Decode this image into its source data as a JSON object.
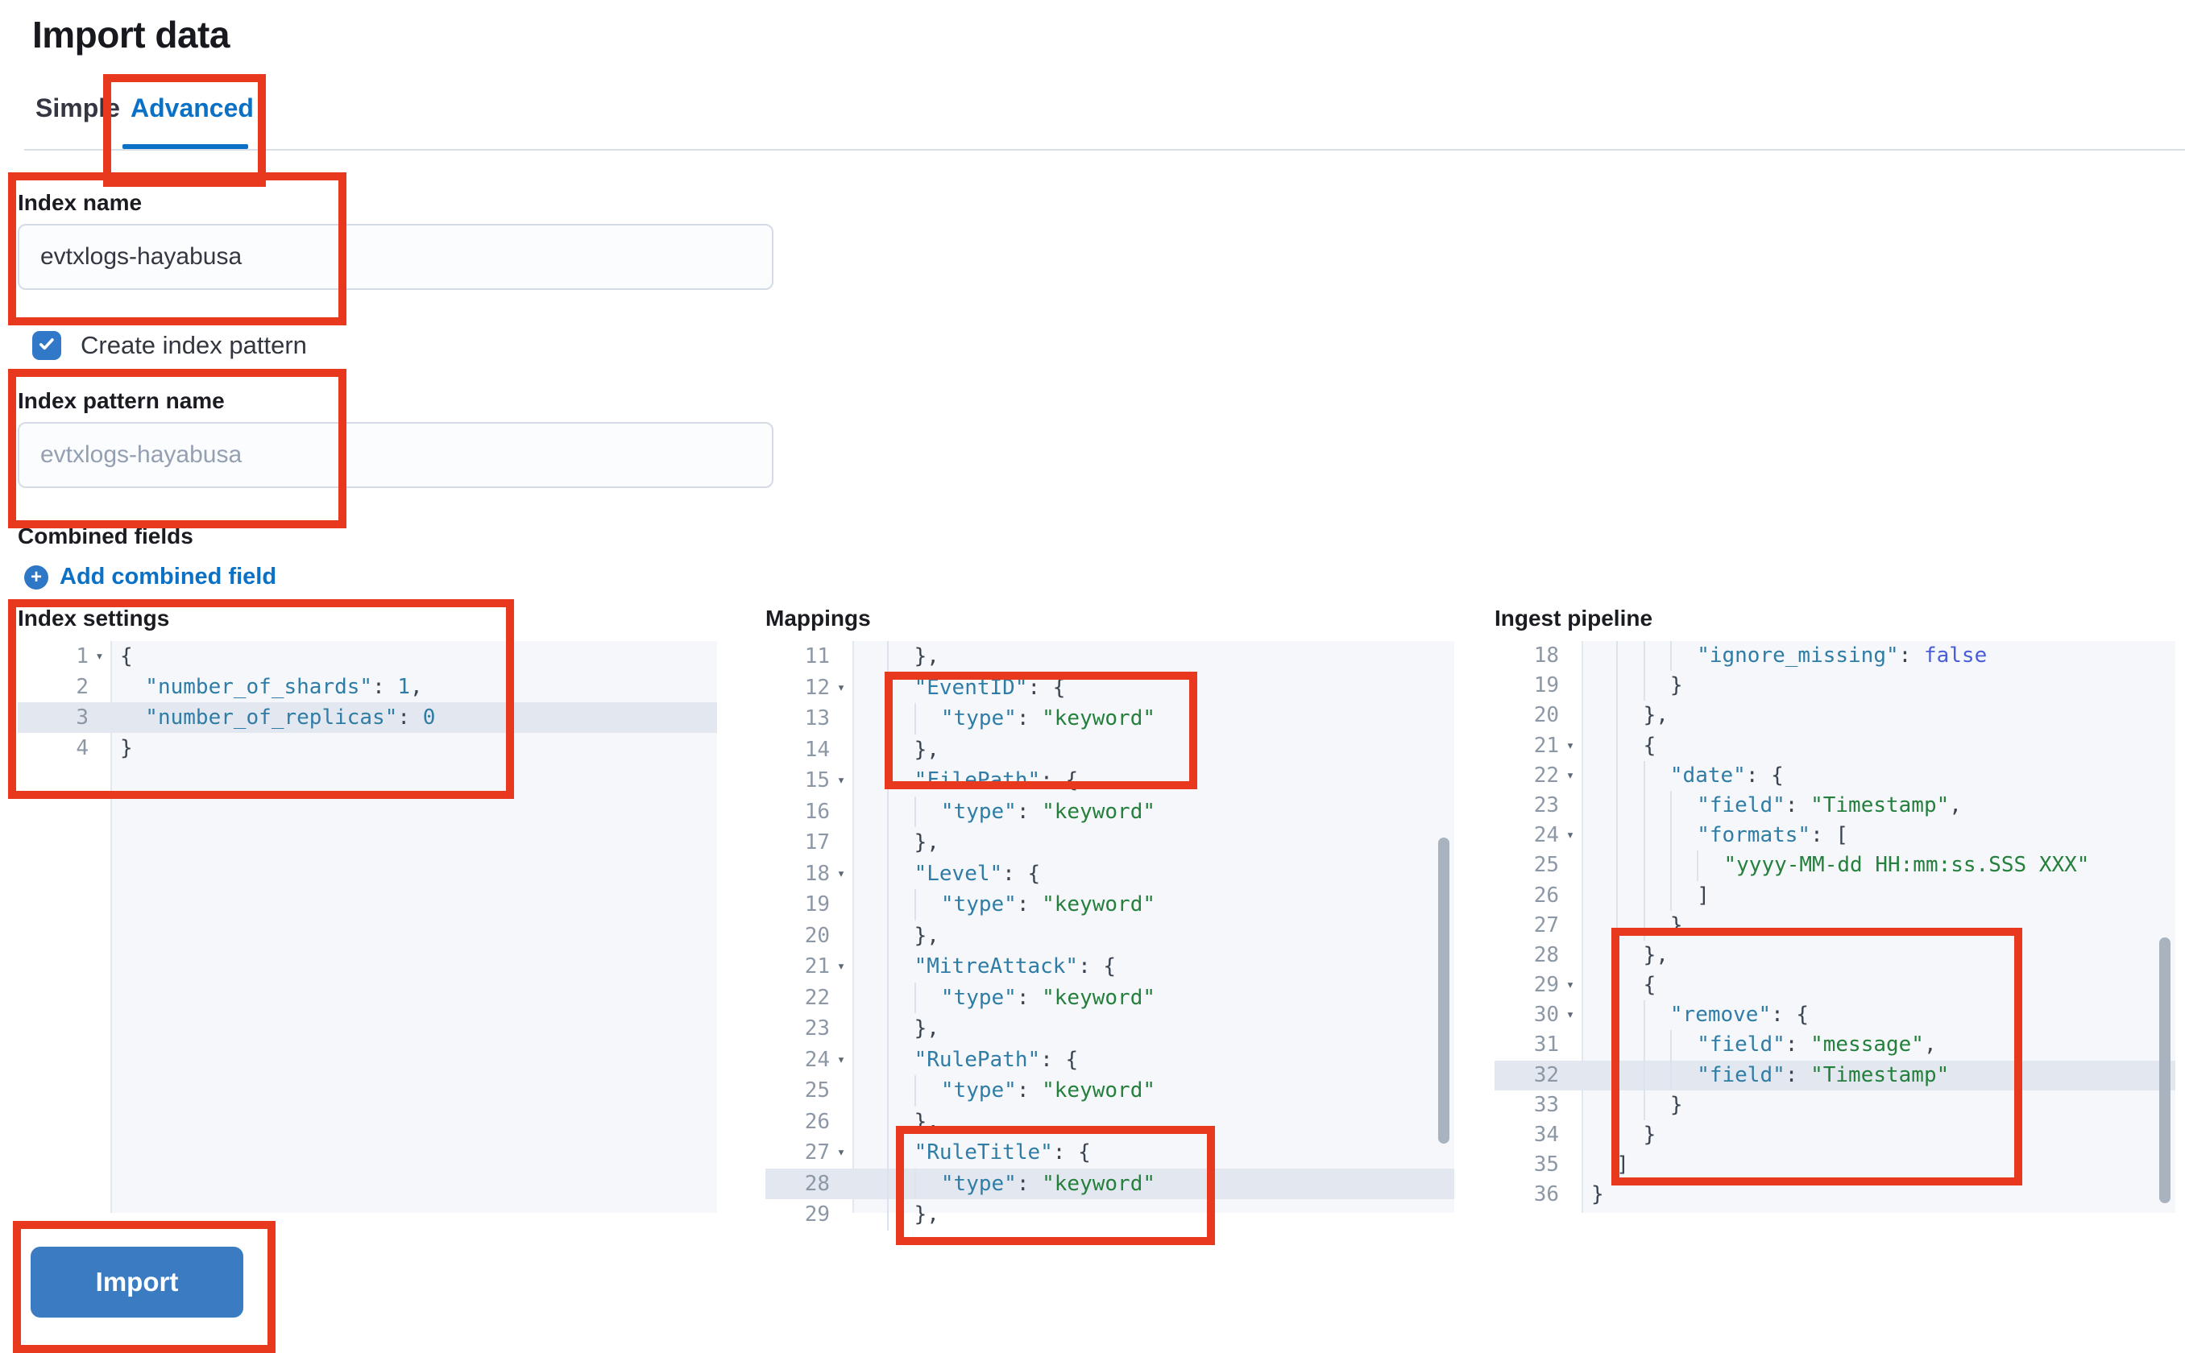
{
  "page": {
    "title": "Import data"
  },
  "tabs": [
    {
      "label": "Simple",
      "active": false
    },
    {
      "label": "Advanced",
      "active": true
    }
  ],
  "form": {
    "index_name": {
      "label": "Index name",
      "value": "evtxlogs-hayabusa"
    },
    "create_index_pattern": {
      "label": "Create index pattern",
      "checked": true
    },
    "index_pattern_name": {
      "label": "Index pattern name",
      "placeholder": "evtxlogs-hayabusa"
    },
    "combined_fields": {
      "label": "Combined fields",
      "add_link_label": "Add combined field"
    }
  },
  "import_button": {
    "label": "Import"
  },
  "colors": {
    "accent_blue": "#0b71c6",
    "button_blue": "#3a7bc2",
    "checkbox_blue": "#3178c9",
    "annotation_red": "#e8391f",
    "editor_background": "#f5f7fa",
    "active_line_highlight": "#e3e8f0",
    "code_key": "#2f7da6",
    "code_string": "#24803c",
    "code_boolean": "#4a5dd8"
  },
  "icons": [
    "checkmark-icon",
    "plus-in-circle-icon",
    "fold-arrow-icon"
  ],
  "editors": [
    {
      "title": "Index settings",
      "lines": [
        {
          "n": 1,
          "fold": true,
          "ind": 0,
          "t": [
            [
              "p",
              "{"
            ]
          ]
        },
        {
          "n": 2,
          "ind": 2,
          "t": [
            [
              "k",
              "\"number_of_shards\""
            ],
            [
              "p",
              ": "
            ],
            [
              "n",
              "1"
            ],
            [
              "p",
              ","
            ]
          ]
        },
        {
          "n": 3,
          "ind": 2,
          "hl": true,
          "t": [
            [
              "k",
              "\"number_of_replicas\""
            ],
            [
              "p",
              ": "
            ],
            [
              "n",
              "0"
            ]
          ]
        },
        {
          "n": 4,
          "ind": 0,
          "t": [
            [
              "p",
              "}"
            ]
          ]
        }
      ]
    },
    {
      "title": "Mappings",
      "lines": [
        {
          "n": 11,
          "ind": 4,
          "t": [
            [
              "p",
              "},"
            ]
          ]
        },
        {
          "n": 12,
          "fold": true,
          "ind": 4,
          "t": [
            [
              "k",
              "\"EventID\""
            ],
            [
              "p",
              ": {"
            ]
          ]
        },
        {
          "n": 13,
          "ind": 6,
          "t": [
            [
              "k",
              "\"type\""
            ],
            [
              "p",
              ": "
            ],
            [
              "s",
              "\"keyword\""
            ]
          ]
        },
        {
          "n": 14,
          "ind": 4,
          "t": [
            [
              "p",
              "},"
            ]
          ]
        },
        {
          "n": 15,
          "fold": true,
          "ind": 4,
          "t": [
            [
              "k",
              "\"FilePath\""
            ],
            [
              "p",
              ": {"
            ]
          ]
        },
        {
          "n": 16,
          "ind": 6,
          "t": [
            [
              "k",
              "\"type\""
            ],
            [
              "p",
              ": "
            ],
            [
              "s",
              "\"keyword\""
            ]
          ]
        },
        {
          "n": 17,
          "ind": 4,
          "t": [
            [
              "p",
              "},"
            ]
          ]
        },
        {
          "n": 18,
          "fold": true,
          "ind": 4,
          "t": [
            [
              "k",
              "\"Level\""
            ],
            [
              "p",
              ": {"
            ]
          ]
        },
        {
          "n": 19,
          "ind": 6,
          "t": [
            [
              "k",
              "\"type\""
            ],
            [
              "p",
              ": "
            ],
            [
              "s",
              "\"keyword\""
            ]
          ]
        },
        {
          "n": 20,
          "ind": 4,
          "t": [
            [
              "p",
              "},"
            ]
          ]
        },
        {
          "n": 21,
          "fold": true,
          "ind": 4,
          "t": [
            [
              "k",
              "\"MitreAttack\""
            ],
            [
              "p",
              ": {"
            ]
          ]
        },
        {
          "n": 22,
          "ind": 6,
          "t": [
            [
              "k",
              "\"type\""
            ],
            [
              "p",
              ": "
            ],
            [
              "s",
              "\"keyword\""
            ]
          ]
        },
        {
          "n": 23,
          "ind": 4,
          "t": [
            [
              "p",
              "},"
            ]
          ]
        },
        {
          "n": 24,
          "fold": true,
          "ind": 4,
          "t": [
            [
              "k",
              "\"RulePath\""
            ],
            [
              "p",
              ": {"
            ]
          ]
        },
        {
          "n": 25,
          "ind": 6,
          "t": [
            [
              "k",
              "\"type\""
            ],
            [
              "p",
              ": "
            ],
            [
              "s",
              "\"keyword\""
            ]
          ]
        },
        {
          "n": 26,
          "ind": 4,
          "t": [
            [
              "p",
              "},"
            ]
          ]
        },
        {
          "n": 27,
          "fold": true,
          "ind": 4,
          "t": [
            [
              "k",
              "\"RuleTitle\""
            ],
            [
              "p",
              ": {"
            ]
          ]
        },
        {
          "n": 28,
          "ind": 6,
          "hl": true,
          "t": [
            [
              "k",
              "\"type\""
            ],
            [
              "p",
              ": "
            ],
            [
              "s",
              "\"keyword\""
            ]
          ]
        },
        {
          "n": 29,
          "ind": 4,
          "t": [
            [
              "p",
              "},"
            ]
          ]
        }
      ]
    },
    {
      "title": "Ingest pipeline",
      "lines": [
        {
          "n": 18,
          "ind": 8,
          "t": [
            [
              "k",
              "\"ignore_missing\""
            ],
            [
              "p",
              ": "
            ],
            [
              "b",
              "false"
            ]
          ]
        },
        {
          "n": 19,
          "ind": 6,
          "t": [
            [
              "p",
              "}"
            ]
          ]
        },
        {
          "n": 20,
          "ind": 4,
          "t": [
            [
              "p",
              "},"
            ]
          ]
        },
        {
          "n": 21,
          "fold": true,
          "ind": 4,
          "t": [
            [
              "p",
              "{"
            ]
          ]
        },
        {
          "n": 22,
          "fold": true,
          "ind": 6,
          "t": [
            [
              "k",
              "\"date\""
            ],
            [
              "p",
              ": {"
            ]
          ]
        },
        {
          "n": 23,
          "ind": 8,
          "t": [
            [
              "k",
              "\"field\""
            ],
            [
              "p",
              ": "
            ],
            [
              "s",
              "\"Timestamp\""
            ],
            [
              "p",
              ","
            ]
          ]
        },
        {
          "n": 24,
          "fold": true,
          "ind": 8,
          "t": [
            [
              "k",
              "\"formats\""
            ],
            [
              "p",
              ": ["
            ]
          ]
        },
        {
          "n": 25,
          "ind": 10,
          "t": [
            [
              "s",
              "\"yyyy-MM-dd HH:mm:ss.SSS XXX\""
            ]
          ]
        },
        {
          "n": 26,
          "ind": 8,
          "t": [
            [
              "p",
              "]"
            ]
          ]
        },
        {
          "n": 27,
          "ind": 6,
          "t": [
            [
              "p",
              "}"
            ]
          ]
        },
        {
          "n": 28,
          "ind": 4,
          "t": [
            [
              "p",
              "},"
            ]
          ]
        },
        {
          "n": 29,
          "fold": true,
          "ind": 4,
          "t": [
            [
              "p",
              "{"
            ]
          ]
        },
        {
          "n": 30,
          "fold": true,
          "ind": 6,
          "t": [
            [
              "k",
              "\"remove\""
            ],
            [
              "p",
              ": {"
            ]
          ]
        },
        {
          "n": 31,
          "ind": 8,
          "t": [
            [
              "k",
              "\"field\""
            ],
            [
              "p",
              ": "
            ],
            [
              "s",
              "\"message\""
            ],
            [
              "p",
              ","
            ]
          ]
        },
        {
          "n": 32,
          "ind": 8,
          "hl": true,
          "t": [
            [
              "k",
              "\"field\""
            ],
            [
              "p",
              ": "
            ],
            [
              "s",
              "\"Timestamp\""
            ]
          ]
        },
        {
          "n": 33,
          "ind": 6,
          "t": [
            [
              "p",
              "}"
            ]
          ]
        },
        {
          "n": 34,
          "ind": 4,
          "t": [
            [
              "p",
              "}"
            ]
          ]
        },
        {
          "n": 35,
          "ind": 2,
          "t": [
            [
              "p",
              "]"
            ]
          ]
        },
        {
          "n": 36,
          "ind": 0,
          "t": [
            [
              "p",
              "}"
            ]
          ]
        }
      ]
    }
  ]
}
